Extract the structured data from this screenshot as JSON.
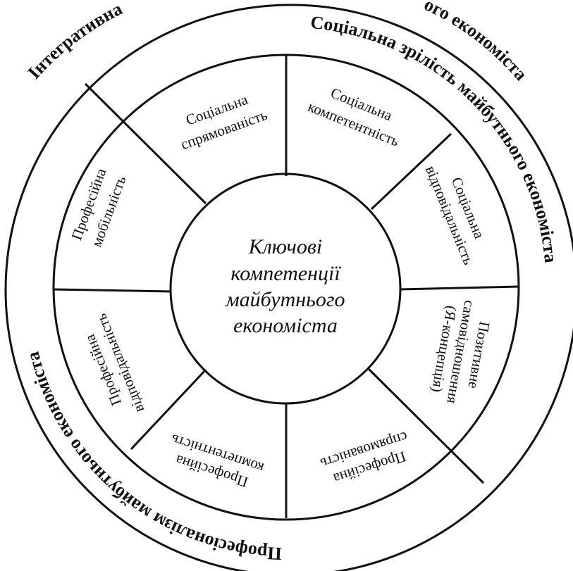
{
  "outer_ring": {
    "integrative": "Інтегративна",
    "top_fragment": "ого економіста",
    "social_maturity": "Соціальна зрілість майбутнього економіста",
    "professionalism": "Професіоналізм майбутнього економіста"
  },
  "center": {
    "lines": [
      "Ключові",
      "компетенції",
      "майбутнього",
      "економіста"
    ]
  },
  "segments": [
    {
      "id": "social-orientation",
      "lines": [
        "Соціальна",
        "спрямованість"
      ]
    },
    {
      "id": "social-competence",
      "lines": [
        "Соціальна",
        "компетентність"
      ]
    },
    {
      "id": "social-responsibility",
      "lines": [
        "Соціальна",
        "відповідальність"
      ]
    },
    {
      "id": "positive-self-attitude",
      "lines": [
        "Позитивне",
        "самовідношення",
        "(Я-концепція)"
      ]
    },
    {
      "id": "professional-orientation",
      "lines": [
        "Професійна",
        "спрямованість"
      ]
    },
    {
      "id": "professional-competence",
      "lines": [
        "Професійна",
        "компетентність"
      ]
    },
    {
      "id": "professional-responsibility",
      "lines": [
        "Професійна",
        "відповідальність"
      ]
    },
    {
      "id": "professional-mobility",
      "lines": [
        "Професійна",
        "мобільність"
      ]
    }
  ]
}
